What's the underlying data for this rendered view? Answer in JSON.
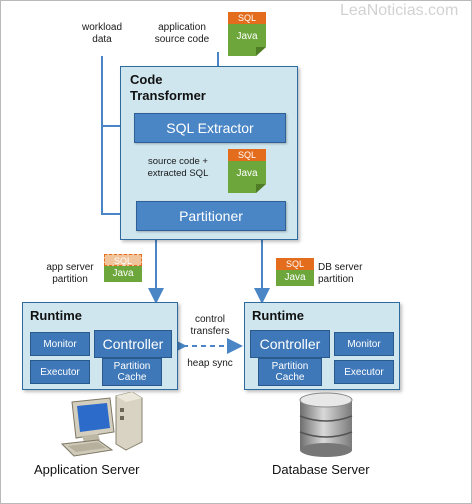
{
  "watermark": "LeaNoticias.com",
  "inputs": {
    "workload_data": "workload\ndata",
    "application_source_code": "application\nsource code"
  },
  "code_transformer": {
    "title": "Code\nTransformer",
    "sql_extractor": "SQL Extractor",
    "intermediate_label": "source code +\nextracted SQL",
    "partitioner": "Partitioner"
  },
  "documents": {
    "sql": "SQL",
    "java": "Java"
  },
  "partitions": {
    "app_server": "app server\npartition",
    "db_server": "DB server\npartition"
  },
  "runtime_left": {
    "title": "Runtime",
    "monitor": "Monitor",
    "controller": "Controller",
    "executor": "Executor",
    "partition_cache": "Partition\nCache"
  },
  "runtime_right": {
    "title": "Runtime",
    "controller": "Controller",
    "monitor": "Monitor",
    "partition_cache": "Partition\nCache",
    "executor": "Executor"
  },
  "link_labels": {
    "control_transfers": "control\ntransfers",
    "heap_sync": "heap sync"
  },
  "servers": {
    "application": "Application Server",
    "database": "Database Server"
  },
  "colors": {
    "box_fill": "#cfe6ef",
    "bar_fill": "#4a86c6",
    "arrow": "#4a86c6",
    "sql_tag": "#e46c1d",
    "java_tag": "#6da63a"
  },
  "icons": [
    "computer-icon",
    "database-icon"
  ]
}
